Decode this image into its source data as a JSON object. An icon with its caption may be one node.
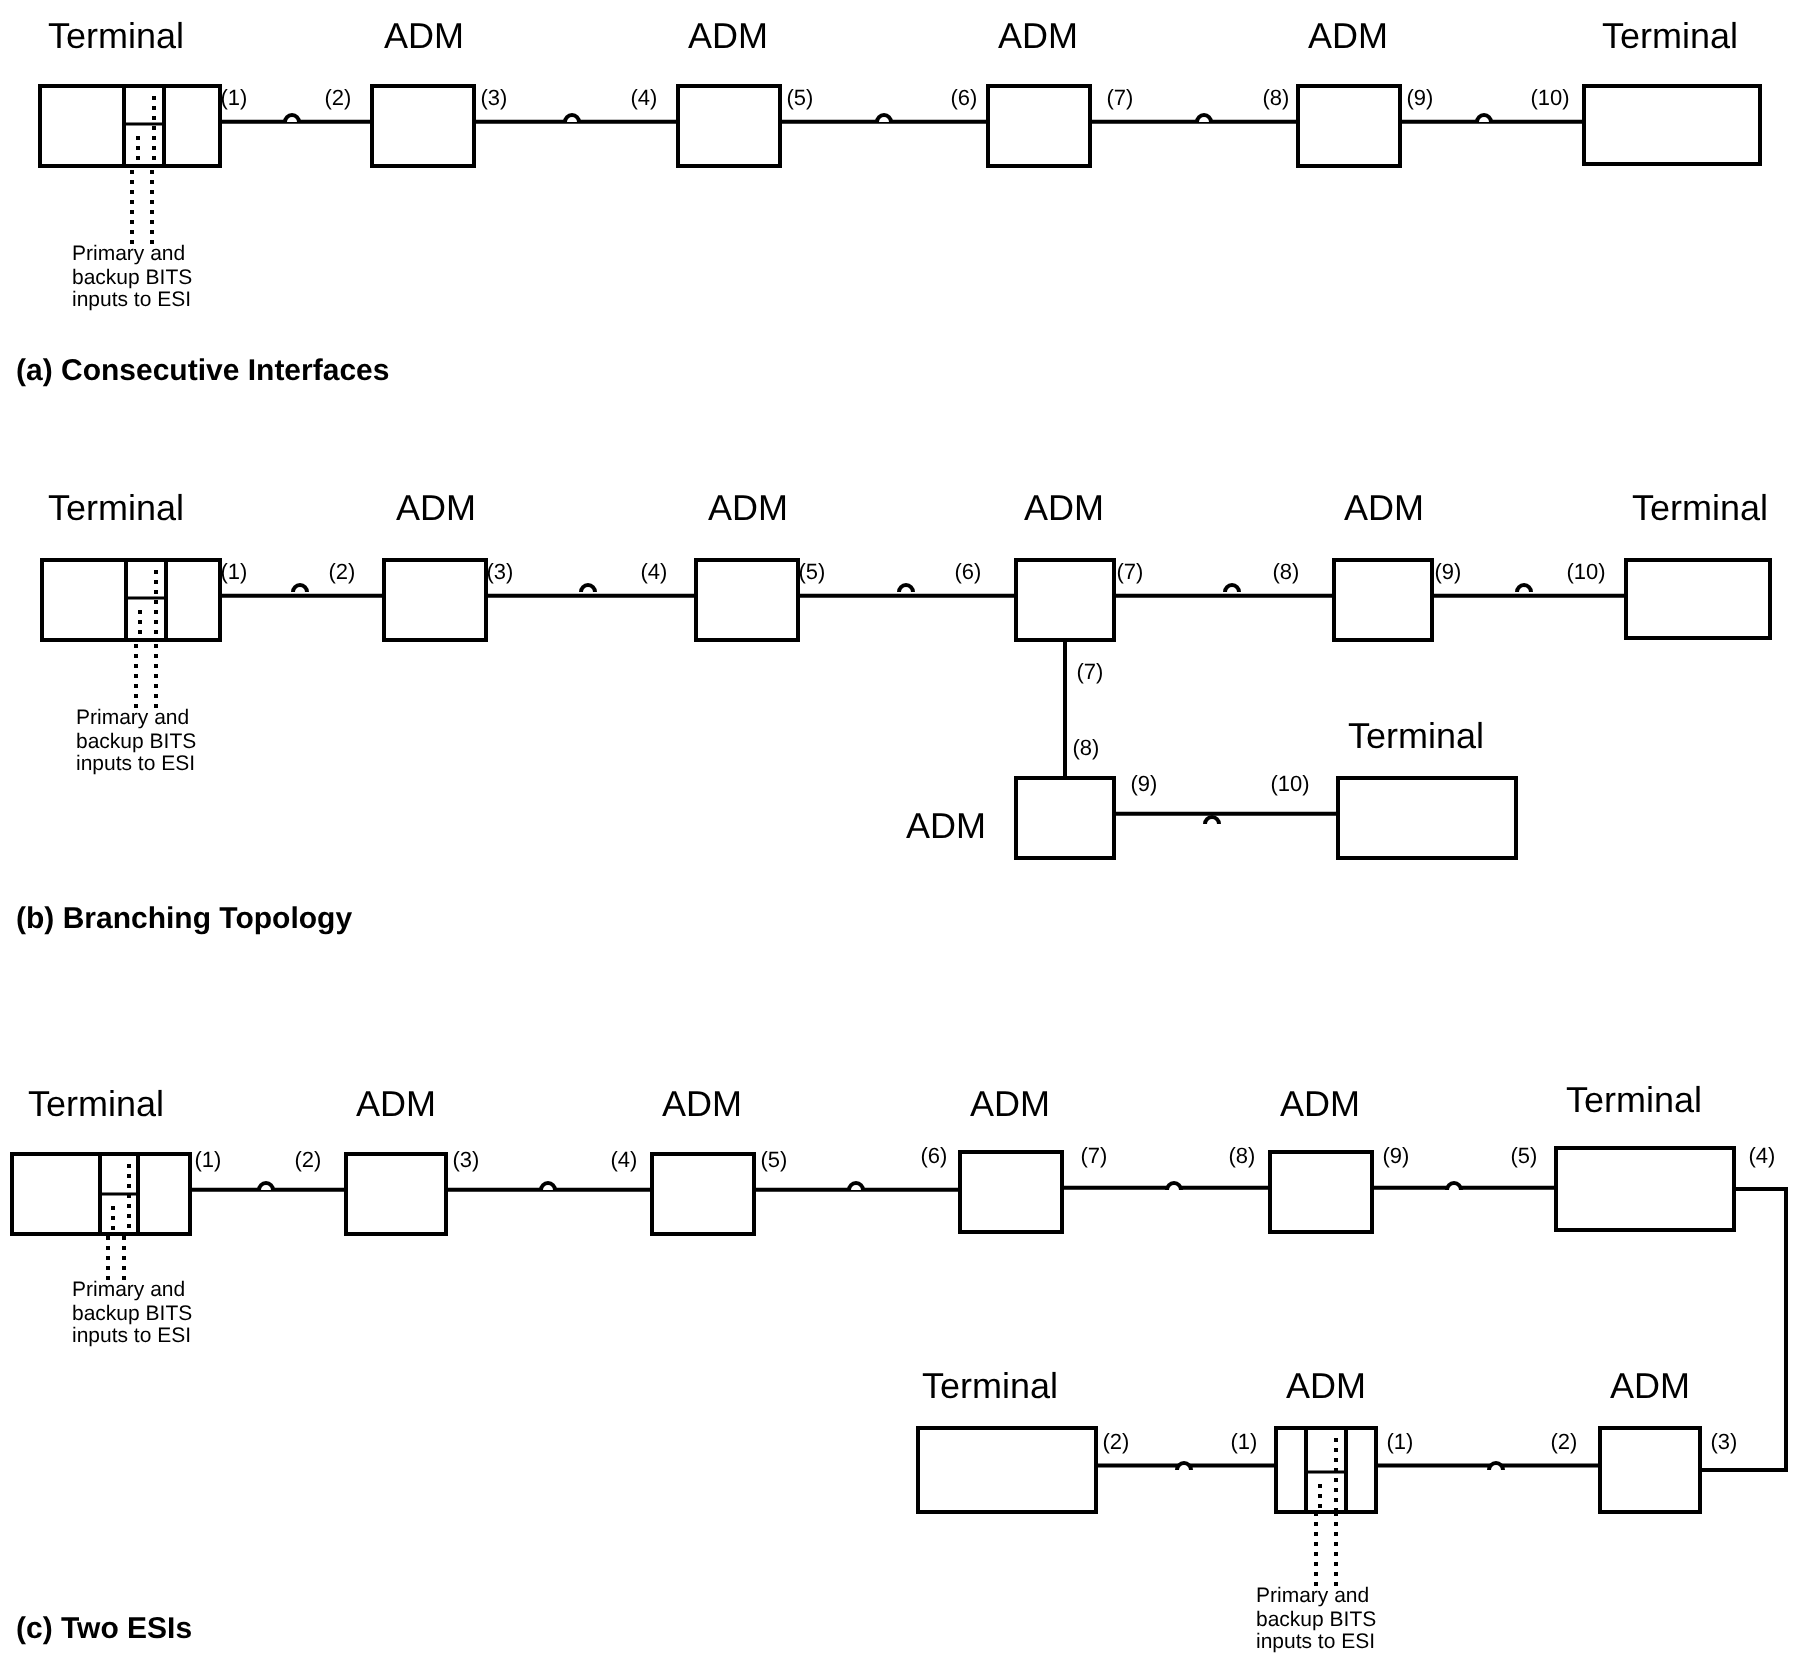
{
  "diagram": {
    "nodes": [
      {
        "text": [
          "Terminal"
        ],
        "beside": [
          "(1)"
        ]
      },
      {
        "text": [
          "ADM"
        ],
        "beside": [
          "(2)",
          "(3)"
        ]
      },
      {
        "text": [
          "ADM"
        ],
        "beside": [
          "(4)",
          "(5)"
        ]
      },
      {
        "text": [
          "ADM"
        ],
        "beside": [
          "(6)",
          "(7)"
        ]
      },
      {
        "text": [
          "ADM"
        ],
        "beside": [
          "(8)",
          "(9)"
        ]
      },
      {
        "text": [
          "Terminal"
        ],
        "beside": [
          "(10)"
        ]
      },
      {
        "text": [
          "Primary and backup BITS inputs to ESI"
        ]
      },
      {
        "text": [
          "Terminal"
        ],
        "beside": [
          "(1)"
        ]
      },
      {
        "text": [
          "ADM"
        ],
        "beside": [
          "(2)",
          "(3)"
        ]
      },
      {
        "text": [
          "ADM"
        ],
        "beside": [
          "(4)",
          "(5)"
        ]
      },
      {
        "text": [
          "ADM"
        ],
        "beside": [
          "(6)",
          "(7)",
          "(7)"
        ]
      },
      {
        "text": [
          "ADM"
        ],
        "beside": [
          "(8)",
          "(9)"
        ]
      },
      {
        "text": [
          "Terminal"
        ],
        "beside": [
          "(10)"
        ]
      },
      {
        "text": [
          "Primary and backup BITS inputs to ESI"
        ]
      },
      {
        "text": [
          "ADM"
        ],
        "beside": [
          "(8)",
          "(9)"
        ]
      },
      {
        "text": [
          "Terminal"
        ],
        "beside": [
          "(10)"
        ]
      },
      {
        "text": [
          "Terminal"
        ],
        "beside": [
          "(1)"
        ]
      },
      {
        "text": [
          "ADM"
        ],
        "beside": [
          "(2)",
          "(3)"
        ]
      },
      {
        "text": [
          "ADM"
        ],
        "beside": [
          "(4)",
          "(5)"
        ]
      },
      {
        "text": [
          "ADM"
        ],
        "beside": [
          "(6)",
          "(7)"
        ]
      },
      {
        "text": [
          "ADM"
        ],
        "beside": [
          "(8)",
          "(9)"
        ]
      },
      {
        "text": [
          "Terminal"
        ],
        "beside": [
          "(5)",
          "(4)"
        ]
      },
      {
        "text": [
          "Primary and backup BITS inputs to ESI"
        ]
      },
      {
        "text": [
          "Terminal"
        ],
        "beside": [
          "(2)"
        ]
      },
      {
        "text": [
          "ADM"
        ],
        "beside": [
          "(1)",
          "(1)"
        ]
      },
      {
        "text": [
          "ADM"
        ],
        "beside": [
          "(2)",
          "(3)"
        ]
      },
      {
        "text": [
          "Primary and backup BITS inputs to ESI"
        ]
      }
    ],
    "edges": [
      {
        "from": 0,
        "to": 1,
        "arrow": "none"
      },
      {
        "from": 1,
        "to": 2,
        "arrow": "none"
      },
      {
        "from": 2,
        "to": 3,
        "arrow": "none"
      },
      {
        "from": 3,
        "to": 4,
        "arrow": "none"
      },
      {
        "from": 4,
        "to": 5,
        "arrow": "none"
      },
      {
        "from": 6,
        "to": 0,
        "arrow": "none",
        "style": "dashed"
      },
      {
        "from": 6,
        "to": 0,
        "arrow": "none",
        "style": "dashed"
      },
      {
        "from": 7,
        "to": 8,
        "arrow": "none"
      },
      {
        "from": 8,
        "to": 9,
        "arrow": "none"
      },
      {
        "from": 9,
        "to": 10,
        "arrow": "none"
      },
      {
        "from": 10,
        "to": 11,
        "arrow": "none"
      },
      {
        "from": 11,
        "to": 12,
        "arrow": "none"
      },
      {
        "from": 13,
        "to": 7,
        "arrow": "none",
        "style": "dashed"
      },
      {
        "from": 13,
        "to": 7,
        "arrow": "none",
        "style": "dashed"
      },
      {
        "from": 10,
        "to": 14,
        "arrow": "none"
      },
      {
        "from": 14,
        "to": 15,
        "arrow": "none"
      },
      {
        "from": 16,
        "to": 17,
        "arrow": "none"
      },
      {
        "from": 17,
        "to": 18,
        "arrow": "none"
      },
      {
        "from": 18,
        "to": 19,
        "arrow": "none"
      },
      {
        "from": 19,
        "to": 20,
        "arrow": "none"
      },
      {
        "from": 20,
        "to": 21,
        "arrow": "none"
      },
      {
        "from": 22,
        "to": 16,
        "arrow": "none",
        "style": "dashed"
      },
      {
        "from": 22,
        "to": 16,
        "arrow": "none",
        "style": "dashed"
      },
      {
        "from": 21,
        "to": 25,
        "arrow": "none"
      },
      {
        "from": 25,
        "to": 24,
        "arrow": "none"
      },
      {
        "from": 24,
        "to": 23,
        "arrow": "none"
      },
      {
        "from": 26,
        "to": 24,
        "arrow": "none",
        "style": "dashed"
      },
      {
        "from": 26,
        "to": 24,
        "arrow": "none",
        "style": "dashed"
      }
    ],
    "labels": [
      "(a) Consecutive Interfaces",
      "(b) Branching Topology",
      "(c) Two ESIs"
    ]
  }
}
